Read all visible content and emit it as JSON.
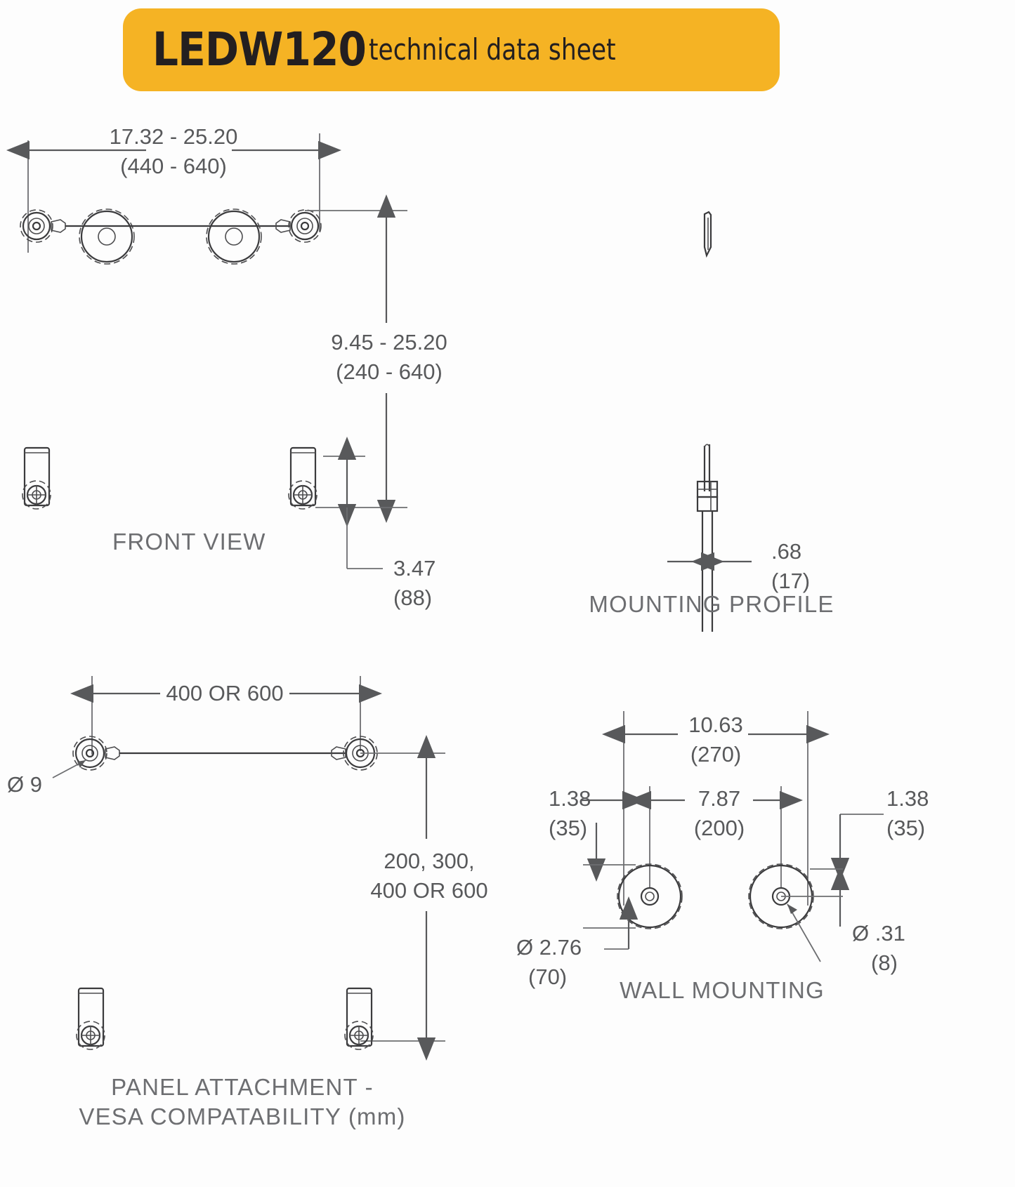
{
  "header": {
    "product": "LEDW120",
    "subtitle": "technical data sheet",
    "banner_color": "#f5b324",
    "text_color": "#231f20"
  },
  "views": {
    "front": {
      "label": "FRONT VIEW",
      "width_inch": "17.32 - 25.20",
      "width_mm": "(440 - 640)",
      "height_inch": "9.45 - 25.20",
      "height_mm": "(240 - 640)",
      "depth_inch": "3.47",
      "depth_mm": "(88)"
    },
    "mounting_profile": {
      "label": "MOUNTING PROFILE",
      "thickness_inch": ".68",
      "thickness_mm": "(17)"
    },
    "panel_attachment": {
      "label_line1": "PANEL ATTACHMENT -",
      "label_line2": "VESA COMPATABILITY (mm)",
      "horizontal": "400 OR 600",
      "vertical_line1": "200, 300,",
      "vertical_line2": "400 OR 600",
      "hole_diameter": "Ø 9"
    },
    "wall_mounting": {
      "label": "WALL MOUNTING",
      "span_inch": "10.63",
      "span_mm": "(270)",
      "inner_inch": "7.87",
      "inner_mm": "(200)",
      "edge_left_inch": "1.38",
      "edge_left_mm": "(35)",
      "edge_right_inch": "1.38",
      "edge_right_mm": "(35)",
      "washer_inch": "Ø 2.76",
      "washer_mm": "(70)",
      "screw_inch": "Ø .31",
      "screw_mm": "(8)"
    }
  },
  "icons": {
    "pulley": "pulley-icon",
    "cable_clamp": "cable-clamp-icon",
    "wall_anchor": "wall-anchor-icon",
    "dimension_arrow": "dimension-arrow-icon"
  }
}
